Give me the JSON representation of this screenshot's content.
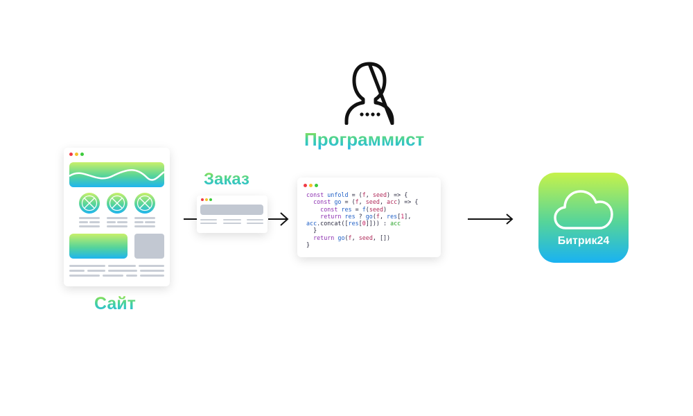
{
  "programmer": {
    "label": "Программист",
    "icon": "person-outline-icon"
  },
  "site": {
    "label": "Сайт",
    "icon": "website-mockup-icon"
  },
  "order": {
    "label": "Заказ",
    "icon": "order-window-icon"
  },
  "code": {
    "lines": [
      "const unfold = (f, seed) => {",
      "  const go = (f, seed, acc) => {",
      "    const res = f(seed)",
      "    return res ? go(f, res[1],",
      "acc.concat([res[0]])) : acc",
      "  }",
      "  return go(f, seed, [])",
      "}"
    ]
  },
  "bitrix": {
    "label": "Битрик24",
    "icon": "cloud-icon"
  },
  "colors": {
    "gradient_top": "#c6f24a",
    "gradient_mid": "#55d49a",
    "gradient_bottom": "#19b2f2"
  }
}
